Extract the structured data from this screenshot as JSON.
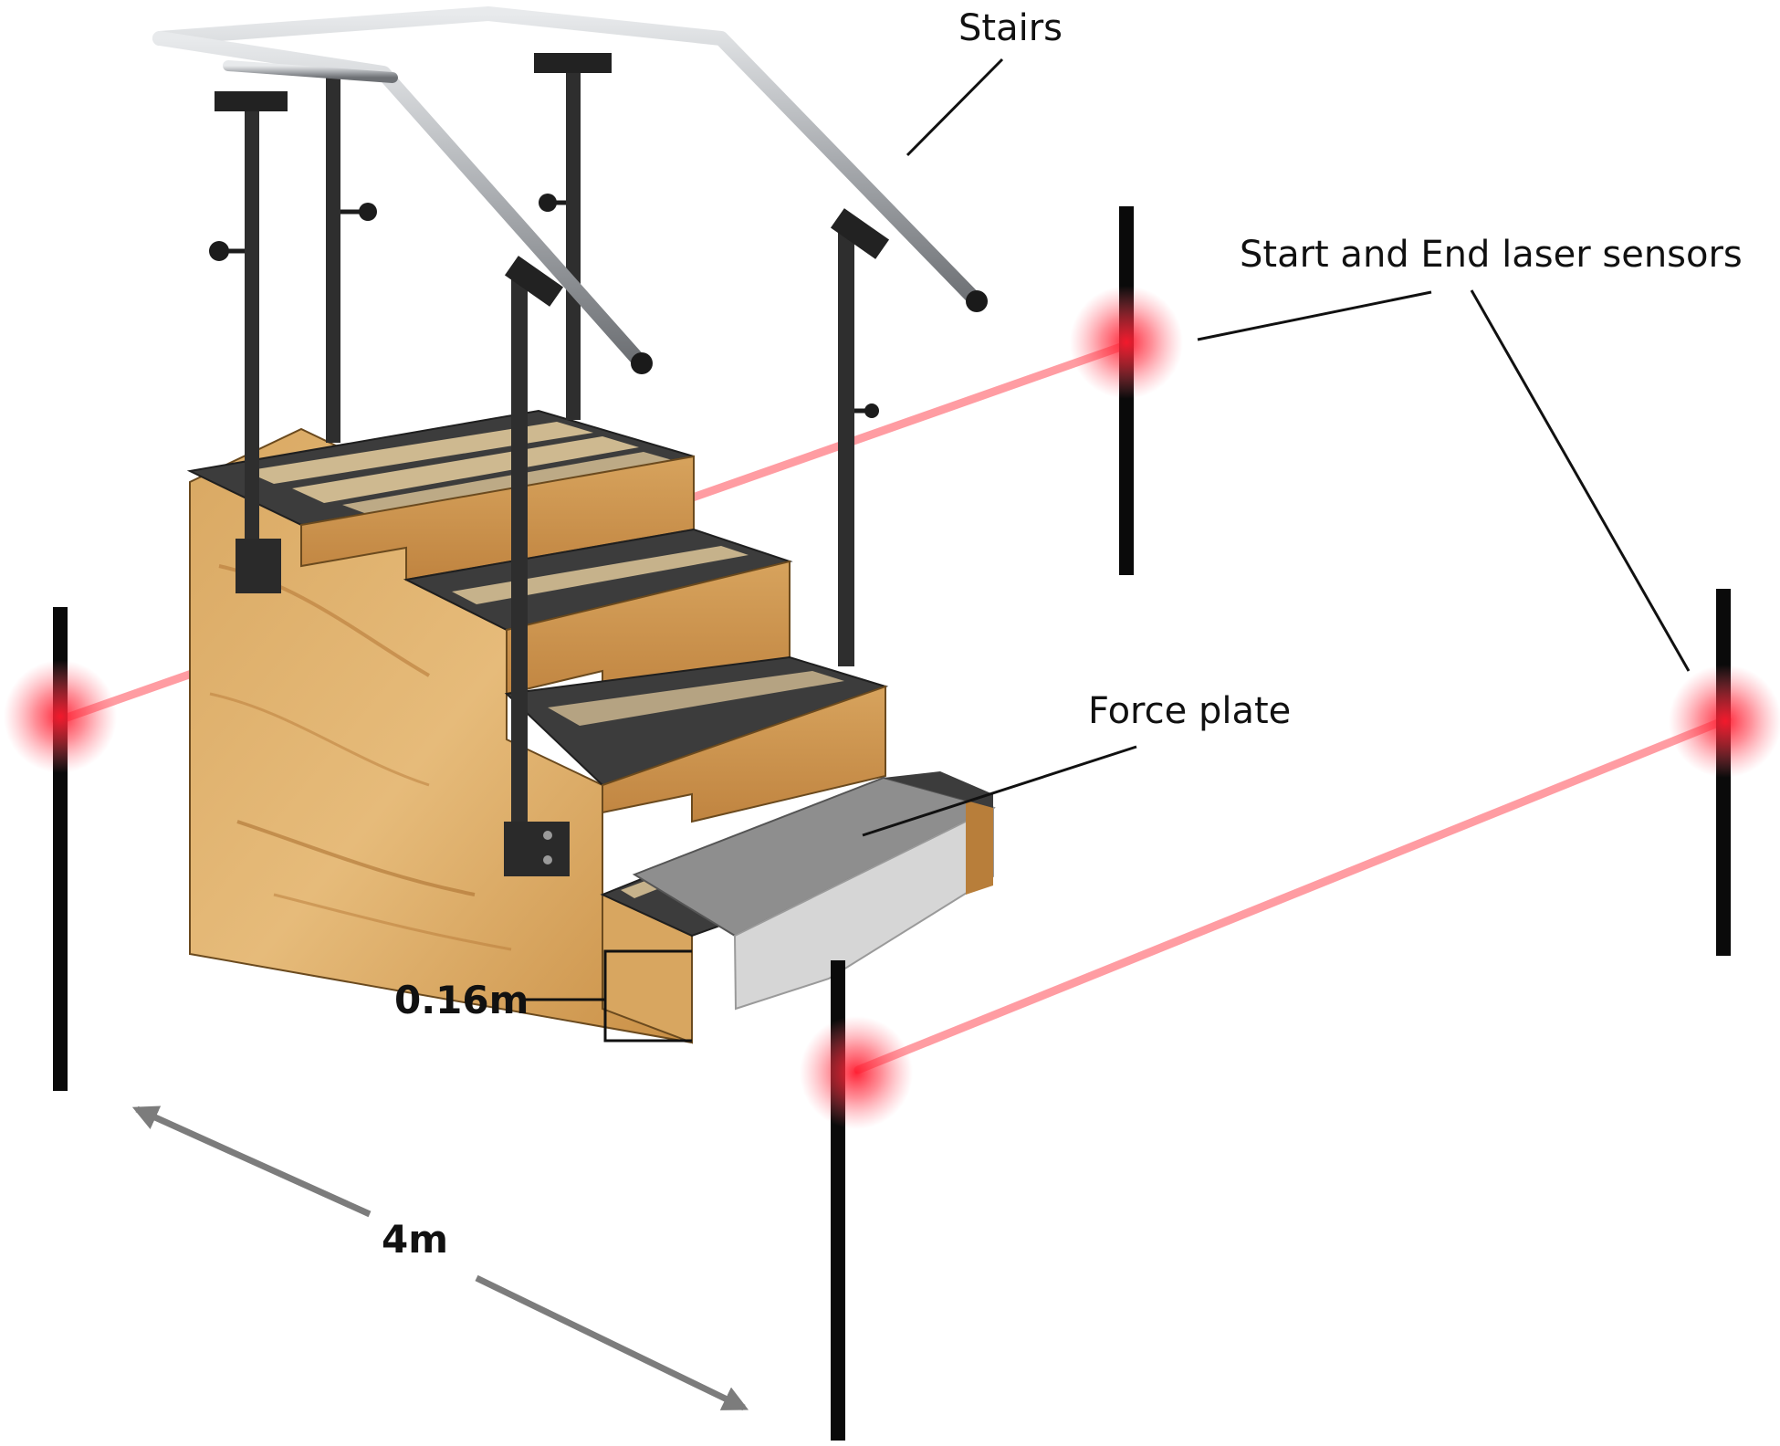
{
  "labels": {
    "stairs": "Stairs",
    "laser_sensors": "Start and End laser sensors",
    "force_plate": "Force plate",
    "step_height": "0.16m",
    "distance": "4m"
  },
  "colors": {
    "wood_light": "#e2b676",
    "wood_mid": "#cf9a52",
    "wood_dark": "#b57a35",
    "tread_dark": "#3c3c3c",
    "stripe_light": "#e8cf9f",
    "rail_steel": "#b9bcbf",
    "post_dark": "#2e2e2e",
    "force_plate_top": "#8e8e8e",
    "force_plate_side": "#d6d6d6",
    "laser": "#ff6b74",
    "laser_glow": "#ff2233",
    "sensor_pole": "#0a0a0a",
    "arrow": "#7c7c7c"
  }
}
